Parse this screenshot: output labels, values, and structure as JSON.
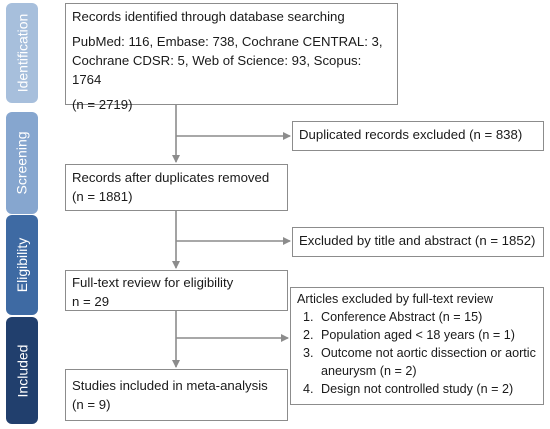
{
  "sidebar": {
    "identification": "Identification",
    "screening": "Screening",
    "eligibility": "Eligibility",
    "included": "Included"
  },
  "colors": {
    "identification": "#a7bfdc",
    "screening": "#86a6cf",
    "eligibility": "#3e6aa3",
    "included": "#213f6d",
    "box_border": "#8c8c8c",
    "arrow": "#8c8c8c"
  },
  "boxes": {
    "records_identified": {
      "title": "Records identified through database searching",
      "sources_line1": "PubMed: 116, Embase: 738, Cochrane CENTRAL: 3,",
      "sources_line2": "Cochrane CDSR: 5, Web of Science: 93, Scopus: 1764",
      "count": "(n = 2719)"
    },
    "duplicates_excluded": {
      "text": "Duplicated records excluded (n = 838)"
    },
    "after_duplicates": {
      "title": "Records after duplicates removed",
      "count": "(n = 1881)"
    },
    "title_abstract_excluded": {
      "text": "Excluded by title and abstract (n = 1852)"
    },
    "full_text_review": {
      "title": "Full-text review for eligibility",
      "count": "n = 29"
    },
    "fulltext_excluded": {
      "title": "Articles excluded by full-text review",
      "items": [
        "Conference Abstract (n = 15)",
        "Population aged < 18 years (n = 1)",
        "Outcome not aortic dissection or aortic aneurysm (n = 2)",
        "Design not controlled study (n = 2)"
      ]
    },
    "included_studies": {
      "title": "Studies included in meta-analysis",
      "count": "(n = 9)"
    }
  }
}
